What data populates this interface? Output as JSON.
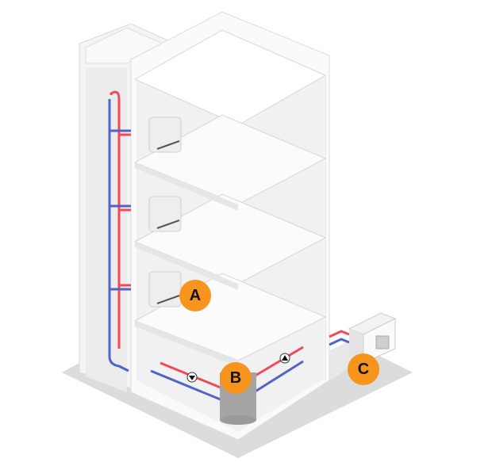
{
  "labels": {
    "a": "A",
    "b": "B",
    "c": "C"
  },
  "colors": {
    "badge": "#F7941D",
    "hot_pipe": "#EE4B57",
    "cold_pipe": "#4F63C8",
    "tank": "#A5A5A5",
    "ground": "#DEDEDE"
  }
}
